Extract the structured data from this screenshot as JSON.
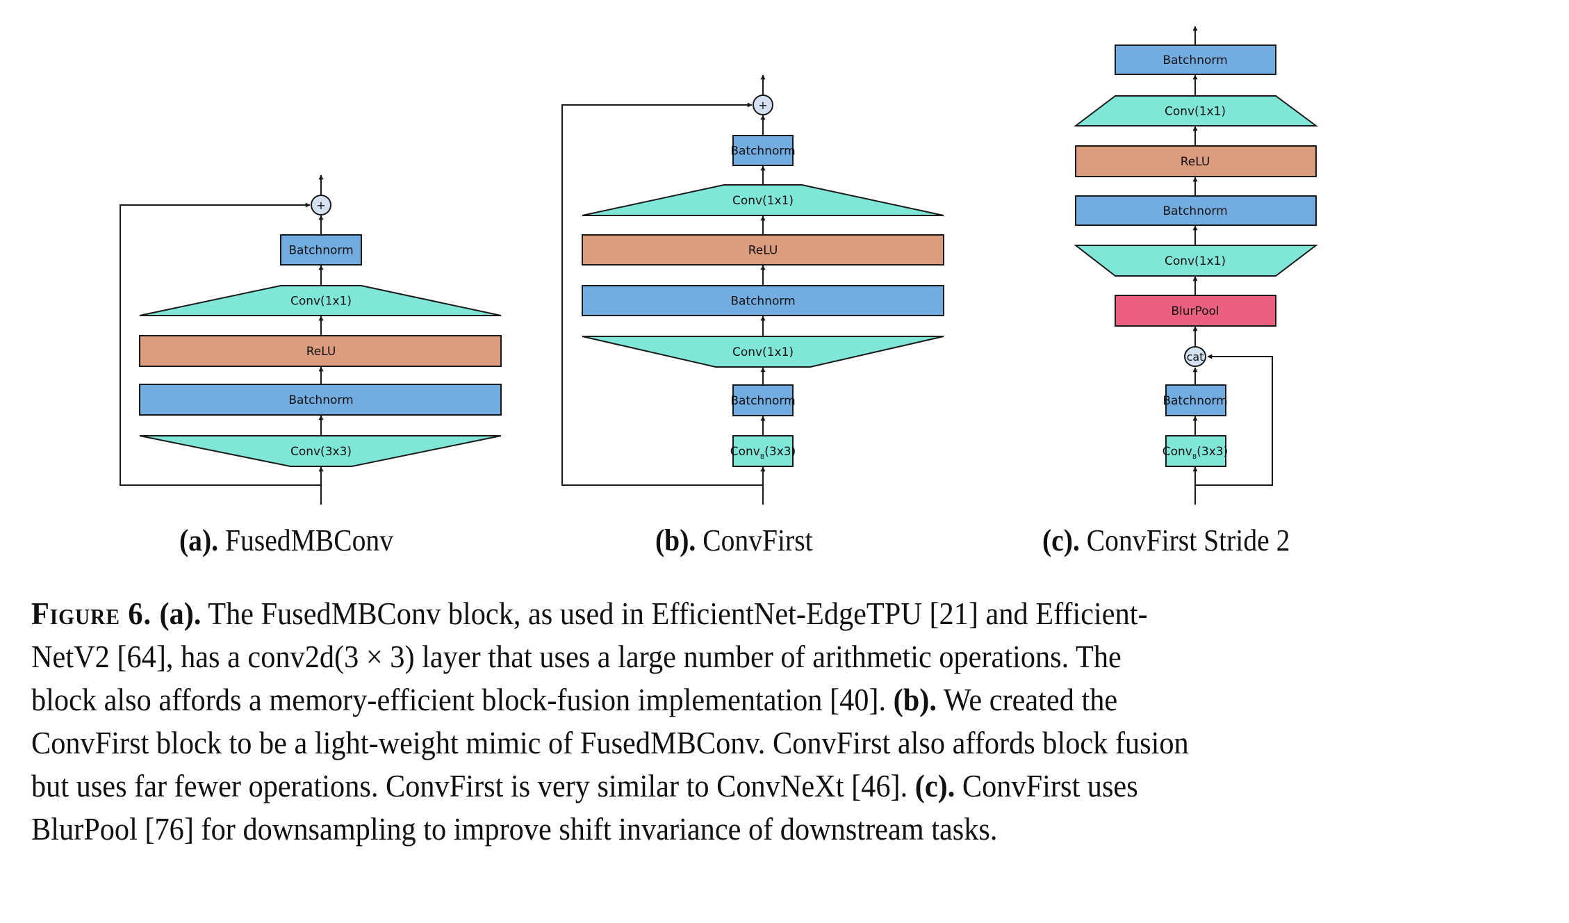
{
  "colors": {
    "conv": "#80e6d7",
    "batchnorm": "#73ace0",
    "relu": "#dc9d7f",
    "blurpool": "#ec607f",
    "op_circle": "#d4e1f2",
    "stroke": "#1a1a1a"
  },
  "panels": [
    {
      "id": "a",
      "subcaption_tag": "(a).",
      "subcaption_text": "FusedMBConv",
      "layers_bottom_to_top": [
        {
          "type": "conv",
          "shape": "narrowing-down",
          "label": "Conv(3x3)"
        },
        {
          "type": "batchnorm",
          "shape": "rect-wide",
          "label": "Batchnorm"
        },
        {
          "type": "relu",
          "shape": "rect-wide",
          "label": "ReLU"
        },
        {
          "type": "conv",
          "shape": "narrowing-up",
          "label": "Conv(1x1)"
        },
        {
          "type": "batchnorm",
          "shape": "rect-small",
          "label": "Batchnorm"
        }
      ],
      "merge_op": "+",
      "skip": "residual"
    },
    {
      "id": "b",
      "subcaption_tag": "(b).",
      "subcaption_text": "ConvFirst",
      "layers_bottom_to_top": [
        {
          "type": "conv",
          "shape": "rect-small",
          "label": "Conv",
          "subscript": "8",
          "label_suffix": "(3x3)"
        },
        {
          "type": "batchnorm",
          "shape": "rect-small",
          "label": "Batchnorm"
        },
        {
          "type": "conv",
          "shape": "narrowing-down",
          "label": "Conv(1x1)"
        },
        {
          "type": "batchnorm",
          "shape": "rect-wide",
          "label": "Batchnorm"
        },
        {
          "type": "relu",
          "shape": "rect-wide",
          "label": "ReLU"
        },
        {
          "type": "conv",
          "shape": "narrowing-up",
          "label": "Conv(1x1)"
        },
        {
          "type": "batchnorm",
          "shape": "rect-small",
          "label": "Batchnorm"
        }
      ],
      "merge_op": "+",
      "skip": "residual"
    },
    {
      "id": "c",
      "subcaption_tag": "(c).",
      "subcaption_text": "ConvFirst Stride 2",
      "layers_bottom_to_top": [
        {
          "type": "conv",
          "shape": "rect-small",
          "label": "Conv",
          "subscript": "8",
          "label_suffix": "(3x3)"
        },
        {
          "type": "batchnorm",
          "shape": "rect-small",
          "label": "Batchnorm"
        },
        {
          "type": "blurpool",
          "shape": "rect-medium",
          "label": "BlurPool"
        },
        {
          "type": "conv",
          "shape": "narrowing-down",
          "label": "Conv(1x1)"
        },
        {
          "type": "batchnorm",
          "shape": "rect-wide",
          "label": "Batchnorm"
        },
        {
          "type": "relu",
          "shape": "rect-wide",
          "label": "ReLU"
        },
        {
          "type": "conv",
          "shape": "narrowing-up",
          "label": "Conv(1x1)"
        },
        {
          "type": "batchnorm",
          "shape": "rect-medium",
          "label": "Batchnorm"
        }
      ],
      "merge_op": "cat",
      "skip": "concat"
    }
  ],
  "caption": {
    "figure_tag": "Figure 6.",
    "lines": [
      [
        {
          "b": true,
          "t": "(a)."
        },
        {
          "b": false,
          "t": " The FusedMBConv block, as used in EfficientNet-EdgeTPU [21] and Efficient-"
        }
      ],
      [
        {
          "b": false,
          "t": "NetV2 [64], has a conv2d(3 × 3) layer that uses a large number of arithmetic operations. The"
        }
      ],
      [
        {
          "b": false,
          "t": "block also affords a memory-efficient block-fusion implementation [40]. "
        },
        {
          "b": true,
          "t": "(b)."
        },
        {
          "b": false,
          "t": " We created the"
        }
      ],
      [
        {
          "b": false,
          "t": "ConvFirst block to be a light-weight mimic of FusedMBConv. ConvFirst also affords block fusion"
        }
      ],
      [
        {
          "b": false,
          "t": "but uses far fewer operations. ConvFirst is very similar to ConvNeXt [46]. "
        },
        {
          "b": true,
          "t": "(c)."
        },
        {
          "b": false,
          "t": " ConvFirst uses"
        }
      ],
      [
        {
          "b": false,
          "t": "BlurPool [76] for downsampling to improve shift invariance of downstream tasks."
        }
      ]
    ]
  }
}
